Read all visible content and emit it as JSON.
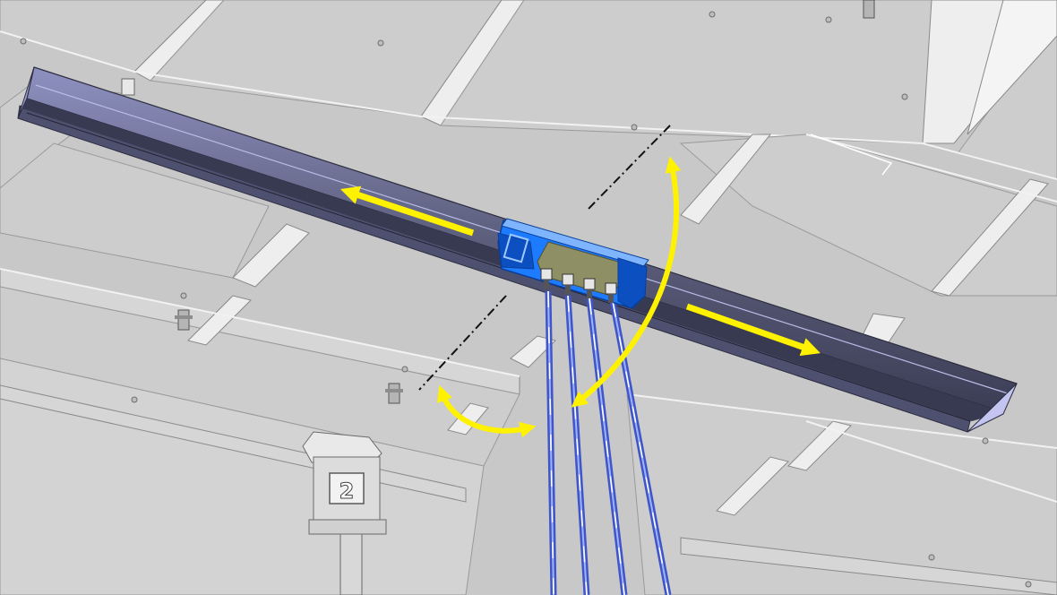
{
  "colors": {
    "background": "#c8c8c8",
    "rail": "#5c5e7c",
    "rail_light": "#a6a9d6",
    "carriage": "#1d7bff",
    "carriage_dark": "#0c4fc0",
    "pcb": "#8f8f66",
    "cable": "#3f55c8",
    "arrow": "#fff200",
    "axis_line": "#111111"
  },
  "arrows": {
    "linear_left": "arrow-left",
    "linear_right": "arrow-right",
    "pivot_vertical": "curved-double-arrow",
    "swing_horizontal": "curved-double-arrow"
  },
  "labels": {
    "station_number": "2"
  }
}
